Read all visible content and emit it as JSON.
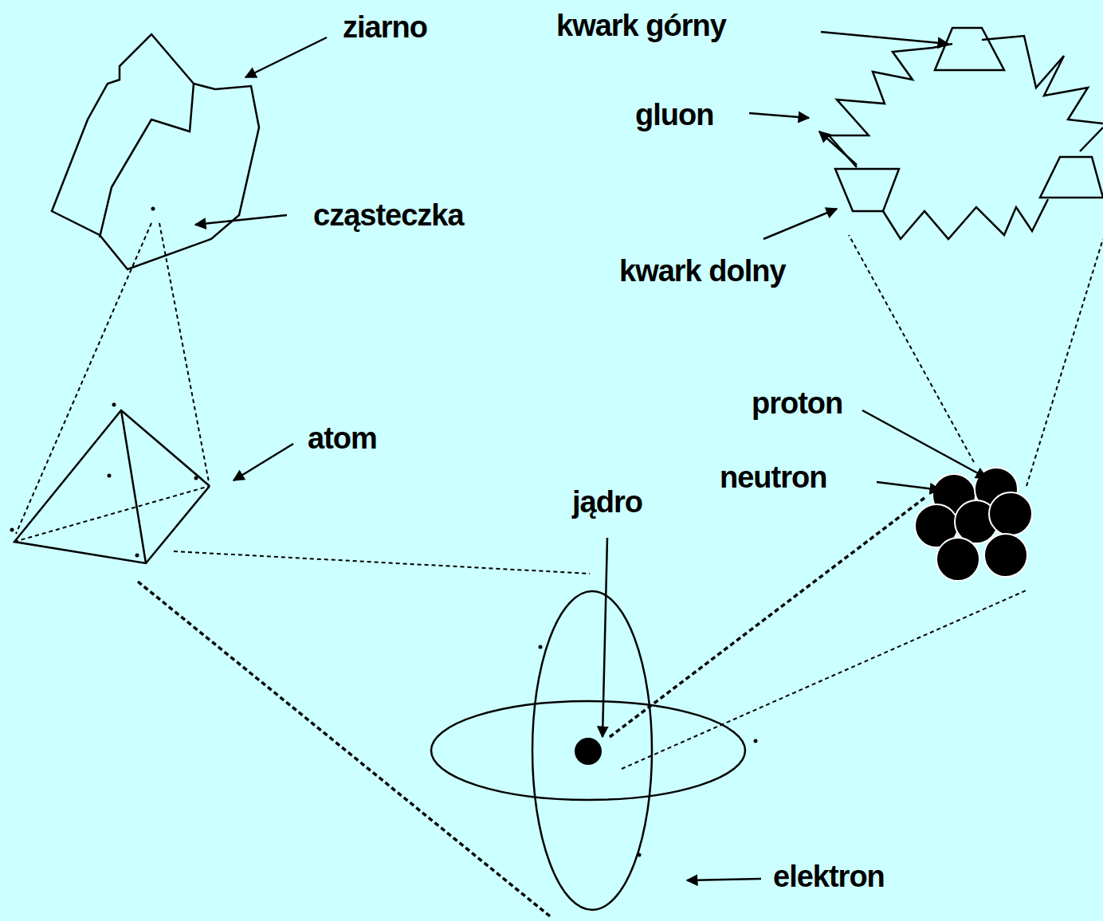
{
  "diagram": {
    "labels": [
      "ziarno",
      "kwark górny",
      "gluon",
      "cząsteczka",
      "kwark dolny",
      "proton",
      "atom",
      "neutron",
      "jądro",
      "elektron"
    ]
  }
}
